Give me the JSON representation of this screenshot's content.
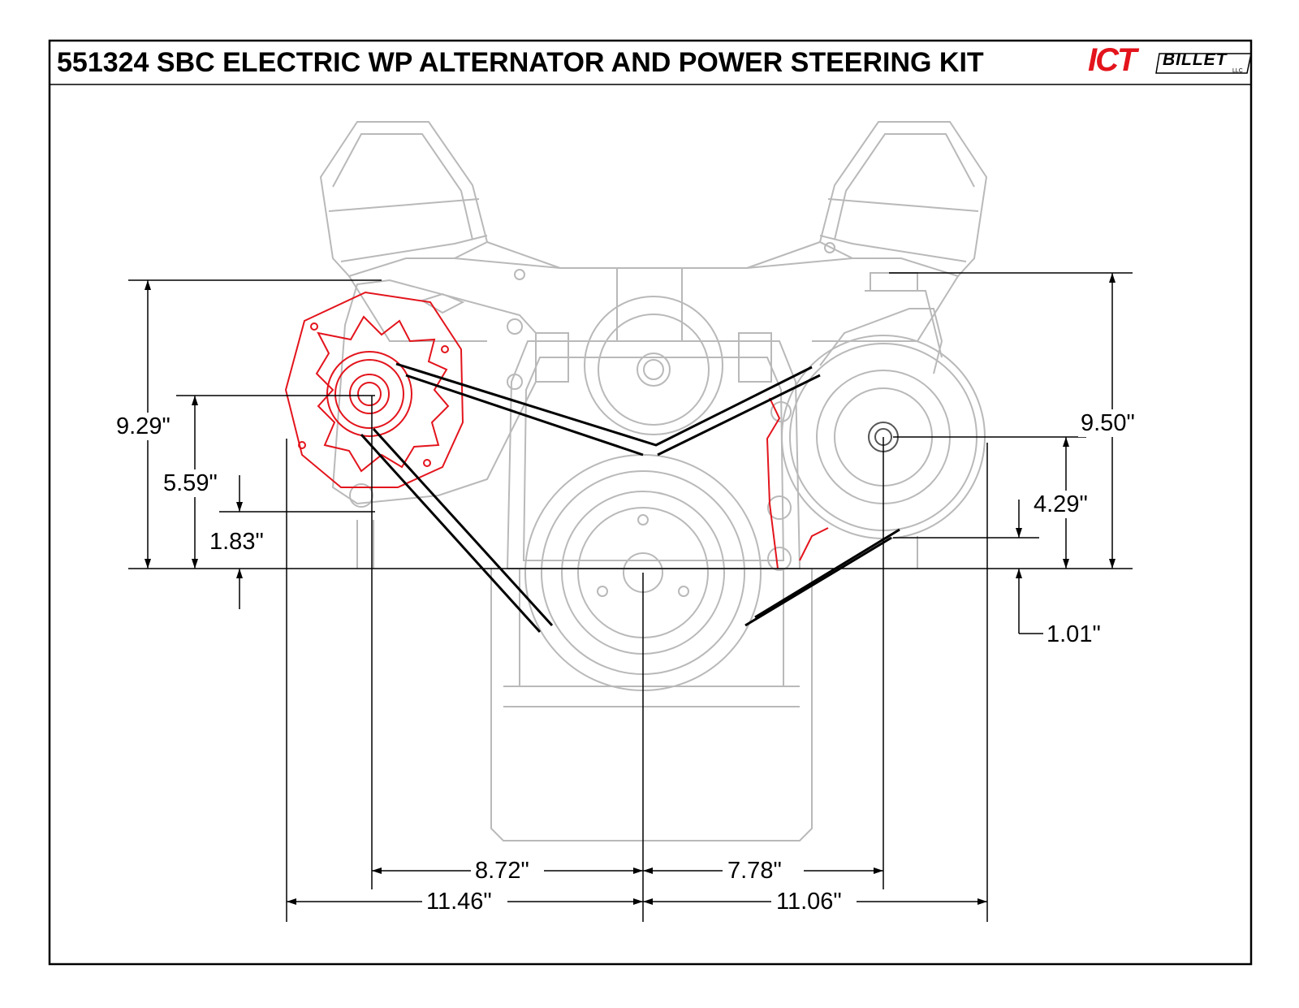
{
  "title": "551324 SBC ELECTRIC WP ALTERNATOR AND POWER STEERING KIT",
  "logo": {
    "brand": "ICT",
    "name": "BILLET",
    "suffix": "LLC"
  },
  "colors": {
    "accent": "#e3141c",
    "engine_line": "#b9b9b9",
    "belt": "#000000"
  },
  "dimensions": {
    "d_9_29": "9.29\"",
    "d_5_59": "5.59\"",
    "d_1_83": "1.83\"",
    "d_9_50": "9.50\"",
    "d_4_29": "4.29\"",
    "d_1_01": "1.01\"",
    "d_8_72": "8.72\"",
    "d_7_78": "7.78\"",
    "d_11_46": "11.46\"",
    "d_11_06": "11.06\""
  }
}
